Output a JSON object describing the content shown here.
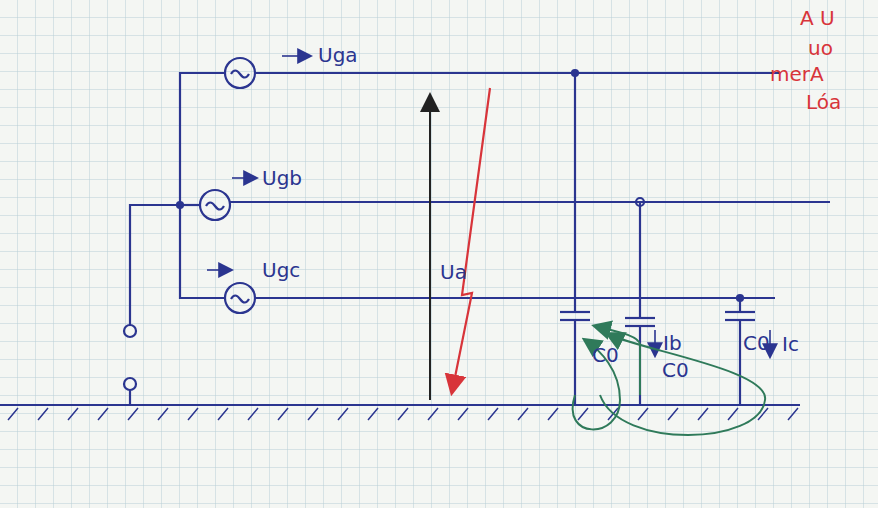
{
  "diagram": {
    "labels": [
      "Uga",
      "Ugb",
      "Ugc",
      "Ua",
      "C0",
      "C0",
      "C0",
      "Ib",
      "Ic",
      "A U",
      "uo",
      "merA",
      "Lóa"
    ]
  }
}
